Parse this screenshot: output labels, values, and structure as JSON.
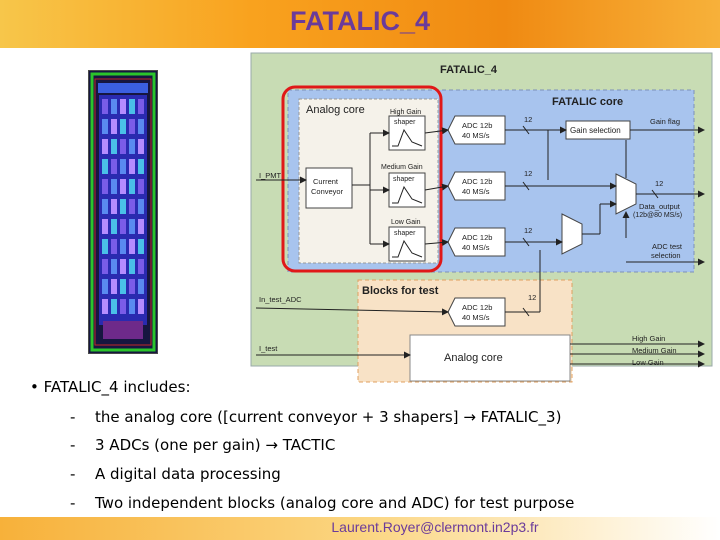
{
  "slide": {
    "title": "FATALIC_4",
    "footer": "Laurent.Royer@clermont.in2p3.fr"
  },
  "diagram": {
    "outer_label": "FATALIC_4",
    "core_label": "FATALIC core",
    "analog_core_label": "Analog core",
    "blocks_for_test_label": "Blocks for test",
    "test_analog_core_label": "Analog core",
    "conveyor_label": [
      "Current",
      "Conveyor"
    ],
    "shapers": [
      {
        "label_top": "High Gain",
        "label_bottom": "shaper"
      },
      {
        "label_top": "Medium Gain",
        "label_bottom": "shaper"
      },
      {
        "label_top": "Low Gain",
        "label_bottom": "shaper"
      }
    ],
    "adc_label": [
      "ADC 12b",
      "40 MS/s"
    ],
    "bus_width": "12",
    "gain_selection": "Gain selection",
    "gain_flag": "Gain flag",
    "data_output": [
      "Data_output",
      "(12b@80 MS/s)"
    ],
    "adc_test_selection": [
      "ADC test",
      "selection"
    ],
    "inputs": {
      "i_pmt": "I_PMT",
      "in_test_adc": "In_test_ADC",
      "i_test": "I_test"
    },
    "outputs": [
      "High Gain",
      "Medium Gain",
      "Low Gain"
    ],
    "colors": {
      "outer_bg": "#c8dcb4",
      "core_bg": "#a8c4ee",
      "test_bg": "#f8e2c6",
      "highlight": "#e01818"
    }
  },
  "bullets": {
    "intro": "FATALIC_4 includes:",
    "marker": "•",
    "dash": "-",
    "arrow": "→",
    "items": [
      {
        "text": "the analog core ([current conveyor + 3 shapers]",
        "target": "FATALIC_3)"
      },
      {
        "text": "3 ADCs (one per gain)",
        "target": "TACTIC"
      },
      {
        "text": "A digital data processing",
        "target": ""
      },
      {
        "text": "Two independent blocks (analog core and ADC) for test purpose",
        "target": ""
      }
    ]
  }
}
